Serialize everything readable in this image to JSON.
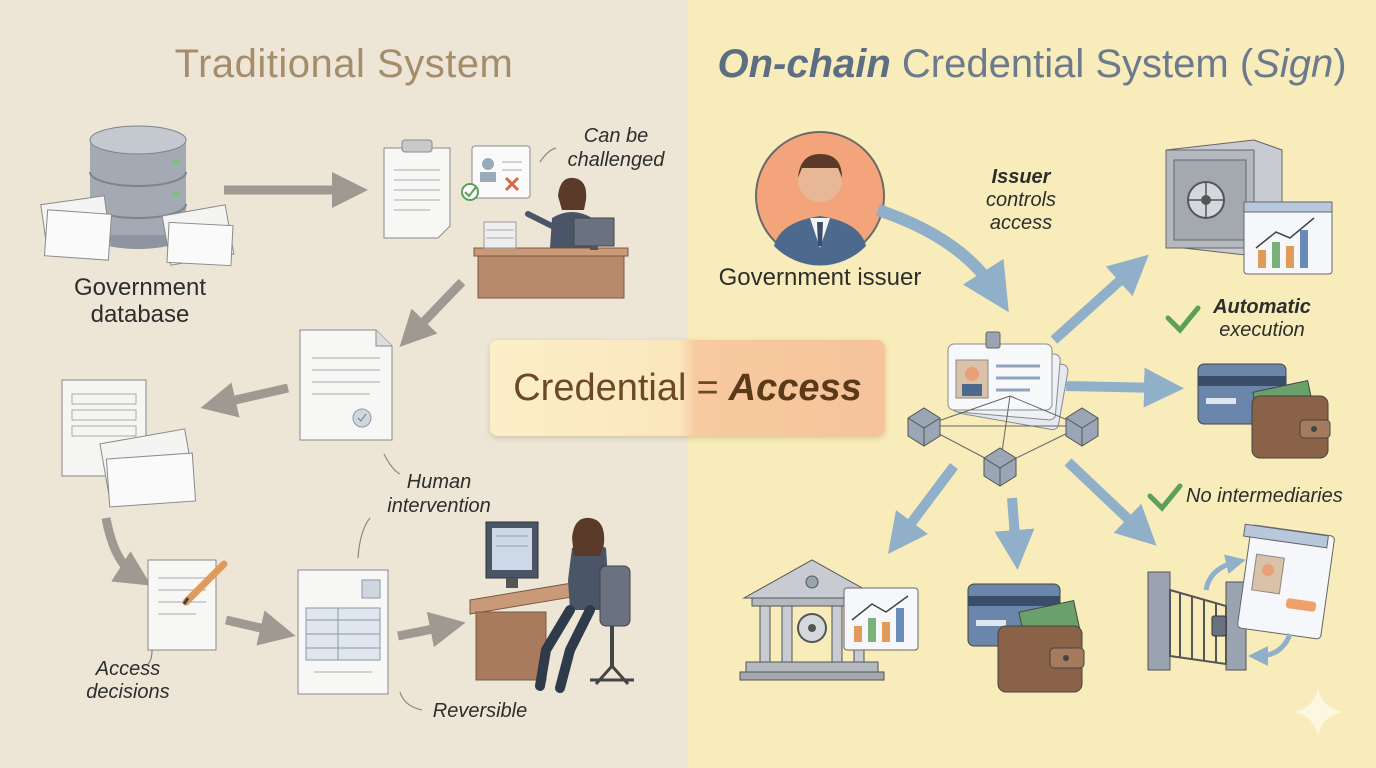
{
  "left": {
    "title": "Traditional System",
    "labels": {
      "government_database_line1": "Government",
      "government_database_line2": "database",
      "can_be_challenged_line1": "Can be",
      "can_be_challenged_line2": "challenged",
      "human_intervention_line1": "Human",
      "human_intervention_line2": "intervention",
      "access_decisions_line1": "Access",
      "access_decisions_line2": "decisions",
      "reversible": "Reversible"
    }
  },
  "right": {
    "title_emph": "On-chain",
    "title_rest": "Credential System (",
    "title_sign": "Sign",
    "title_close": ")",
    "labels": {
      "government_issuer": "Government issuer",
      "issuer": "Issuer",
      "controls": "controls",
      "access": "access",
      "automatic": "Automatic",
      "execution": "execution",
      "no_intermediaries": "No intermediaries"
    }
  },
  "center": {
    "credential": "Credential",
    "equals": "=",
    "access": "Access"
  },
  "colors": {
    "left_bg": "#ede6d7",
    "right_bg": "#f8ecbb",
    "arrow_left": "#9e9a92",
    "arrow_right": "#8fb0c8",
    "check": "#5aa05a"
  }
}
